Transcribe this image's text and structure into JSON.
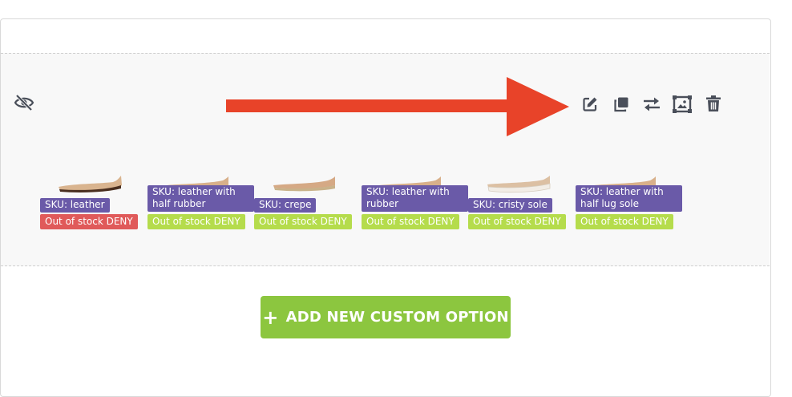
{
  "colors": {
    "sku_badge": "#6a5aa8",
    "stock_deny_red": "#e05a5a",
    "stock_deny_green": "#b5dc4c",
    "add_button": "#8cc63f",
    "icon": "#4a4f5a",
    "annotation_arrow": "#e84329"
  },
  "toolbar": {
    "visibility_icon": "eye-off-icon",
    "actions": [
      "edit-icon",
      "duplicate-icon",
      "swap-icon",
      "image-icon",
      "trash-icon"
    ]
  },
  "variants": [
    {
      "sku": "SKU: leather",
      "stock": "Out of stock DENY",
      "stock_color": "#e05a5a"
    },
    {
      "sku": "SKU: leather with half rubber",
      "stock": "Out of stock DENY",
      "stock_color": "#b5dc4c"
    },
    {
      "sku": "SKU: crepe",
      "stock": "Out of stock DENY",
      "stock_color": "#b5dc4c"
    },
    {
      "sku": "SKU: leather with rubber",
      "stock": "Out of stock DENY",
      "stock_color": "#b5dc4c"
    },
    {
      "sku": "SKU: cristy sole",
      "stock": "Out of stock DENY",
      "stock_color": "#b5dc4c"
    },
    {
      "sku": "SKU: leather with half lug sole",
      "stock": "Out of stock DENY",
      "stock_color": "#b5dc4c"
    }
  ],
  "add_button": {
    "plus": "+",
    "label": "ADD NEW CUSTOM OPTION"
  }
}
